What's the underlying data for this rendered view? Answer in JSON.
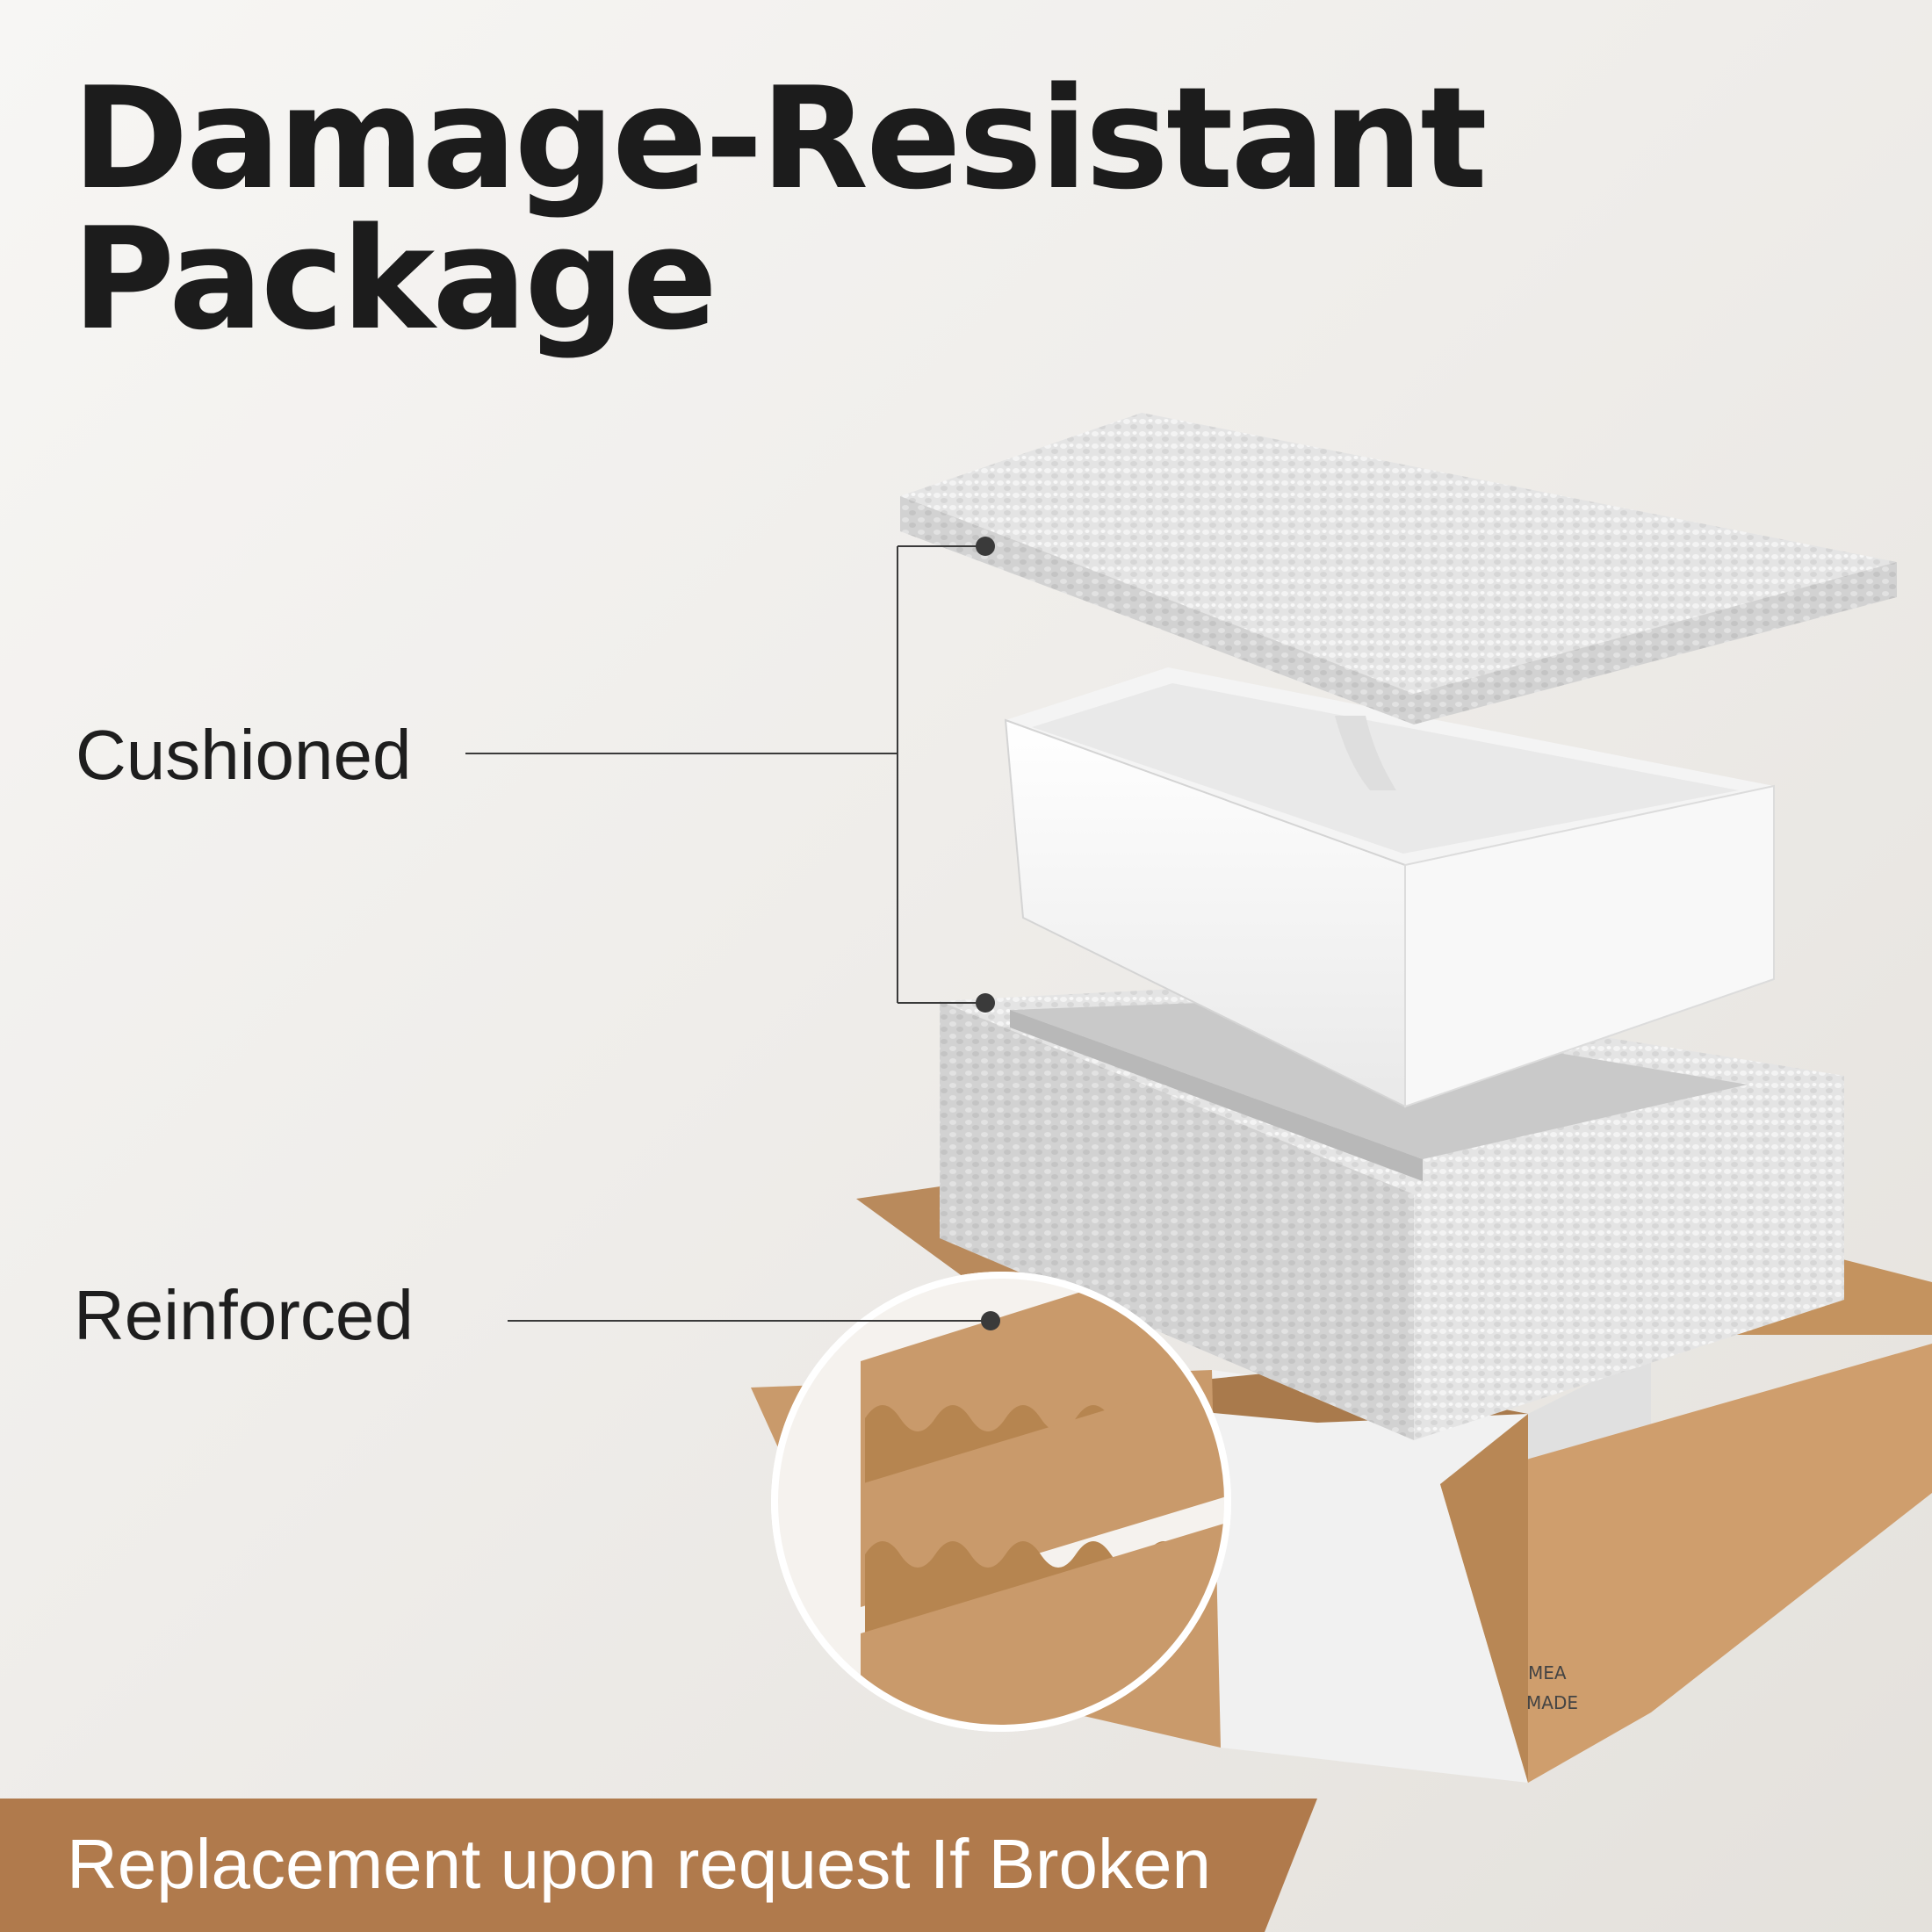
{
  "title": "Damage-Resistant Package",
  "labels": {
    "cushioned": "Cushioned",
    "reinforced": "Reinforced"
  },
  "banner": {
    "text": "Replacement upon request If Broken"
  },
  "box_print": {
    "line1": "MEA",
    "line2": "MADE"
  },
  "colors": {
    "banner": "#b07a4c",
    "kraft": "#c99a6b",
    "foam": "#e6e6e6",
    "text": "#1c1c1c"
  }
}
